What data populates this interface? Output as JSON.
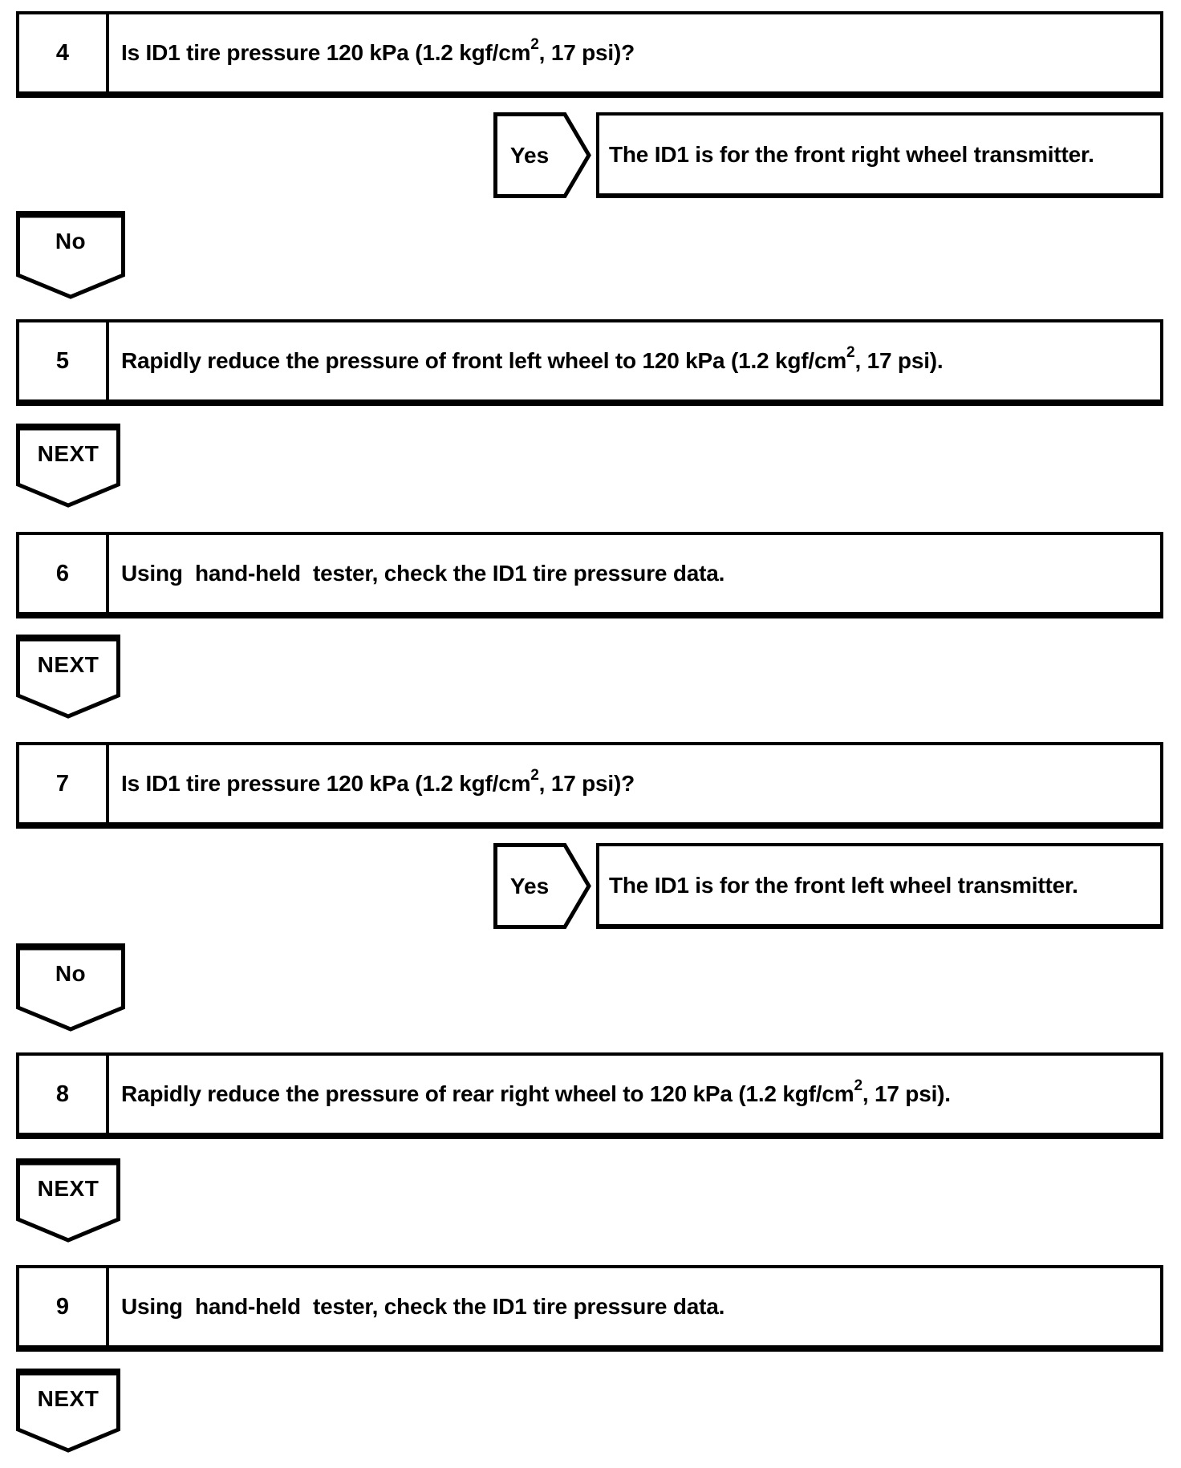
{
  "page": {
    "background": "#ffffff",
    "line_color": "#000000"
  },
  "nodes": [
    {
      "type": "step",
      "num": "4",
      "text": {
        "pre": "Is ID1 tire pressure 120 kPa (1.2 kgf/cm",
        "sup": "2",
        "post": ", 17 psi)?"
      }
    },
    {
      "type": "branch",
      "label": "Yes",
      "result": "The ID1 is for the front right wheel transmitter."
    },
    {
      "type": "connector",
      "label": "No"
    },
    {
      "type": "step",
      "num": "5",
      "text": {
        "pre": "Rapidly reduce the pressure of front left wheel to 120 kPa (1.2 kgf/cm",
        "sup": "2",
        "post": ", 17 psi)."
      }
    },
    {
      "type": "connector",
      "label": "NEXT"
    },
    {
      "type": "step",
      "num": "6",
      "text": {
        "pre": "Using  hand-held  tester, check the ID1 tire pressure data.",
        "sup": "",
        "post": ""
      }
    },
    {
      "type": "connector",
      "label": "NEXT"
    },
    {
      "type": "step",
      "num": "7",
      "text": {
        "pre": "Is ID1 tire pressure 120 kPa (1.2 kgf/cm",
        "sup": "2",
        "post": ", 17 psi)?"
      }
    },
    {
      "type": "branch",
      "label": "Yes",
      "result": "The ID1 is for the front left wheel transmitter."
    },
    {
      "type": "connector",
      "label": "No"
    },
    {
      "type": "step",
      "num": "8",
      "text": {
        "pre": "Rapidly reduce the pressure of rear right wheel to 120 kPa (1.2 kgf/cm",
        "sup": "2",
        "post": ", 17 psi)."
      }
    },
    {
      "type": "connector",
      "label": "NEXT"
    },
    {
      "type": "step",
      "num": "9",
      "text": {
        "pre": "Using  hand-held  tester, check the ID1 tire pressure data.",
        "sup": "",
        "post": ""
      }
    },
    {
      "type": "connector",
      "label": "NEXT"
    }
  ]
}
